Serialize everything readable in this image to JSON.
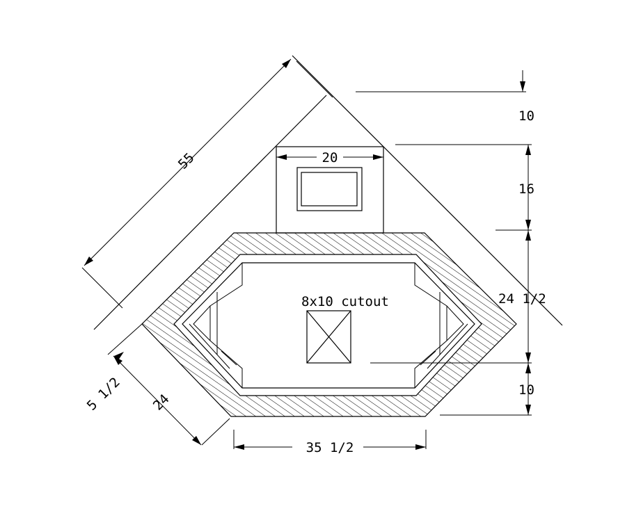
{
  "drawing": {
    "dimensions": {
      "diagonal_length": "55",
      "top_offset": "10",
      "lid_width": "20",
      "lid_depth": "16",
      "side_height": "24 1/2",
      "bottom_offset": "10",
      "bottom_width": "35 1/2",
      "side_depth": "24",
      "corner_offset": "5 1/2"
    },
    "labels": {
      "cutout": "8x10 cutout"
    }
  }
}
